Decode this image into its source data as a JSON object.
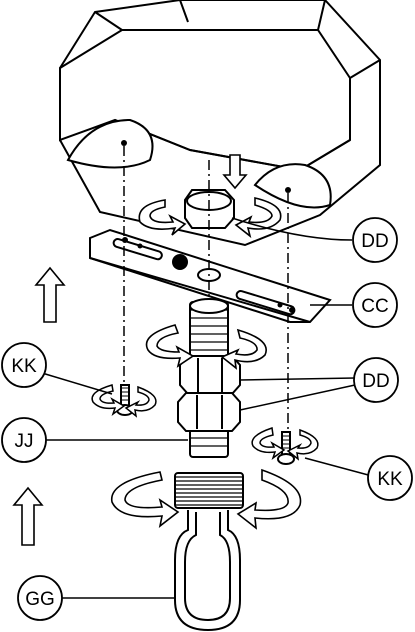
{
  "callouts": {
    "dd_top": "DD",
    "cc": "CC",
    "kk_left": "KK",
    "dd_mid": "DD",
    "jj": "JJ",
    "kk_right": "KK",
    "gg": "GG"
  },
  "colors": {
    "stroke": "#000000",
    "fill": "#ffffff"
  }
}
